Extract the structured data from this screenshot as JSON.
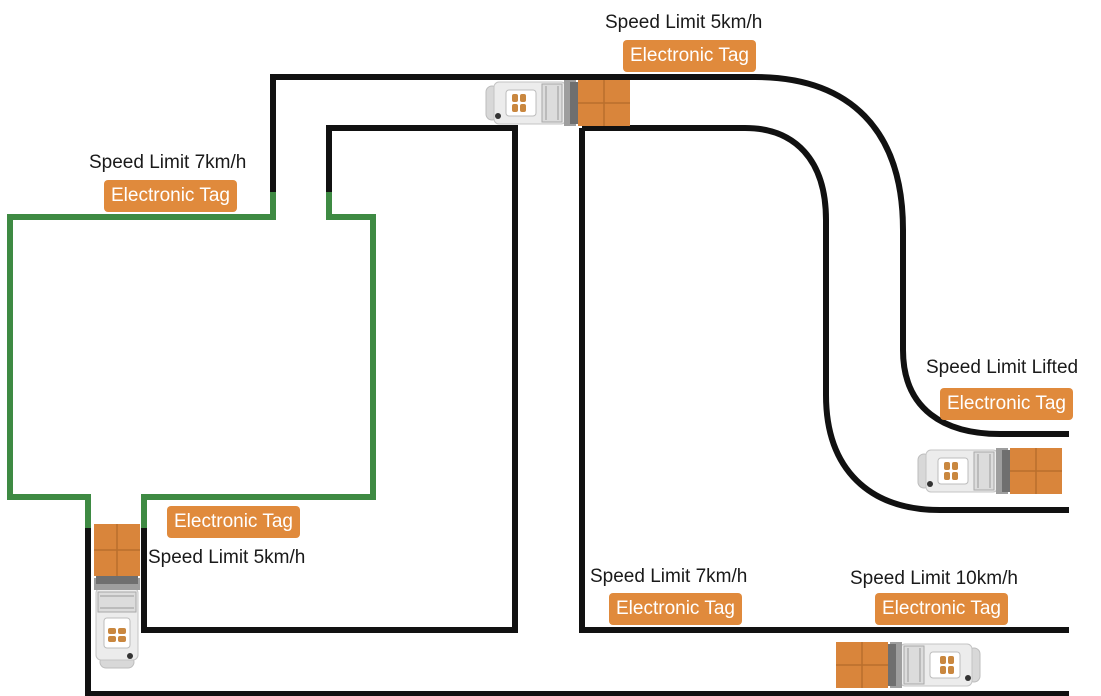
{
  "labels": {
    "top": {
      "speed": "Speed Limit 5km/h",
      "tag": "Electronic Tag"
    },
    "upper_left": {
      "speed": "Speed Limit 7km/h",
      "tag": "Electronic Tag"
    },
    "right": {
      "speed": "Speed Limit Lifted",
      "tag": "Electronic Tag"
    },
    "lower_left": {
      "speed": "Speed Limit 5km/h",
      "tag": "Electronic Tag"
    },
    "bottom_middle": {
      "speed": "Speed Limit 7km/h",
      "tag": "Electronic Tag"
    },
    "bottom_right": {
      "speed": "Speed Limit 10km/h",
      "tag": "Electronic Tag"
    }
  },
  "colors": {
    "aisle_line": "#111111",
    "zone_line": "#3e8a43",
    "tag_fill": "#e08a3c",
    "load": "#d9853b",
    "vehicle_body": "#e6e6e6"
  },
  "icons": [
    "forklift-agv-icon"
  ]
}
